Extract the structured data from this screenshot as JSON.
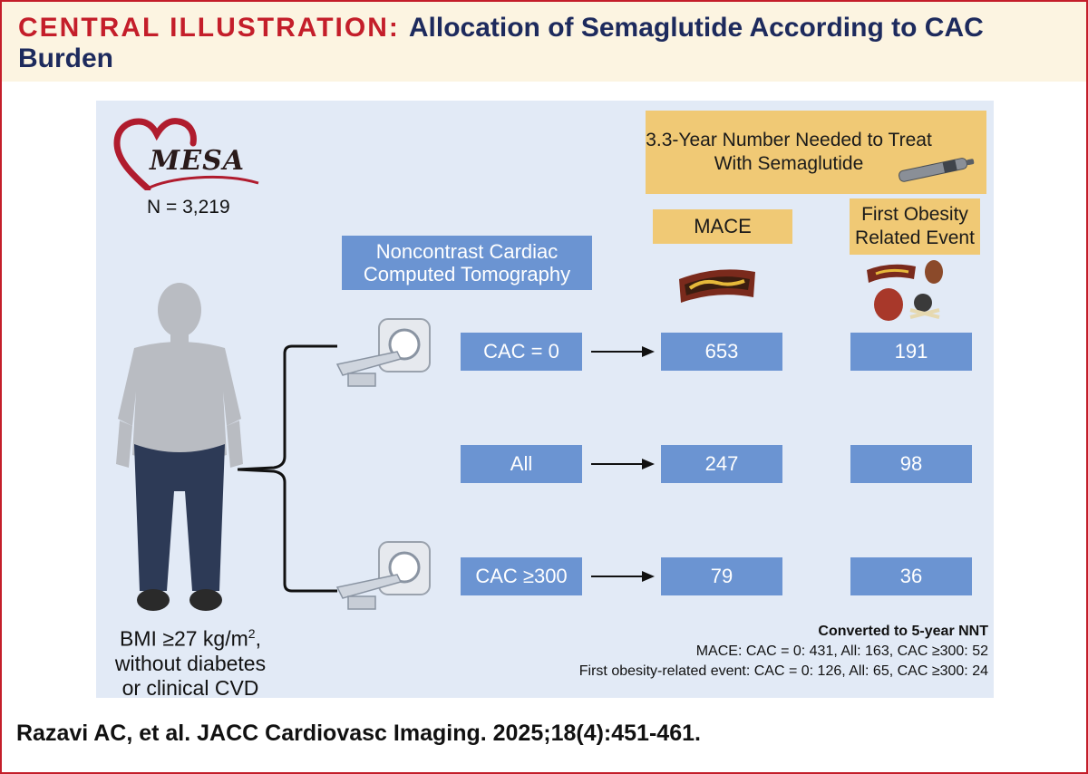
{
  "header": {
    "lead": "CENTRAL ILLUSTRATION:",
    "title": "Allocation of Semaglutide According to CAC Burden"
  },
  "logo": {
    "text": "MESA"
  },
  "cohort": {
    "n_label": "N = 3,219",
    "criteria_line1_prefix": "BMI ≥27 kg/m",
    "criteria_line1_sup": "2",
    "criteria_line1_suffix": ",",
    "criteria_line2": "without diabetes",
    "criteria_line3": "or clinical CVD"
  },
  "imaging": {
    "header": "Noncontrast Cardiac Computed Tomography"
  },
  "nnt": {
    "header_line1": "3.3-Year Number Needed to Treat",
    "header_line2": "With Semaglutide",
    "col_mace": "MACE",
    "col_obesity": "First Obesity Related Event"
  },
  "rows": [
    {
      "label": "CAC = 0",
      "mace": "653",
      "obesity": "191"
    },
    {
      "label": "All",
      "mace": "247",
      "obesity": "98"
    },
    {
      "label": "CAC ≥300",
      "mace": "79",
      "obesity": "36"
    }
  ],
  "notes": {
    "title": "Converted to 5-year NNT",
    "line1": "MACE: CAC = 0: 431, All: 163, CAC ≥300: 52",
    "line2": "First obesity-related event: CAC = 0: 126, All: 65, CAC ≥300: 24"
  },
  "citation": "Razavi AC, et al. JACC Cardiovasc Imaging. 2025;18(4):451-461.",
  "colors": {
    "brand_red": "#c41e2a",
    "title_navy": "#1d2a5d",
    "header_bg": "#fcf4e1",
    "panel_bg": "#e2eaf6",
    "box_blue": "#6b94d2",
    "box_tan": "#f0c975"
  },
  "icons": [
    "heart-logo-icon",
    "person-icon",
    "ct-scanner-icon",
    "injection-pen-icon",
    "artery-icon",
    "organs-icon",
    "arrow-right-icon",
    "bracket-icon"
  ]
}
